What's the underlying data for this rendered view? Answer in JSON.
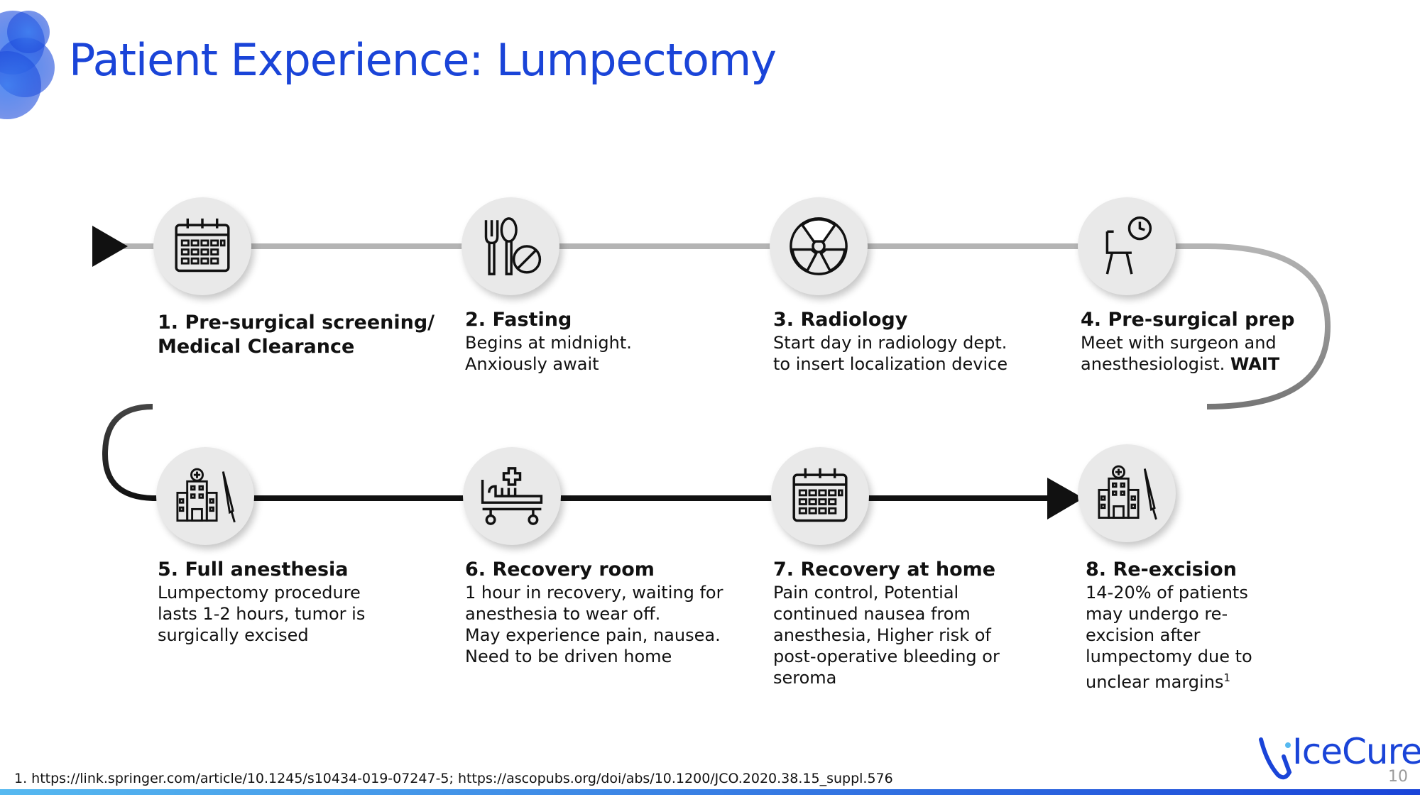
{
  "title": "Patient Experience: Lumpectomy",
  "colors": {
    "title": "#1a44d8",
    "track_light": "#b4b4b4",
    "track_dark": "#111111",
    "circle": "#e9e9e9"
  },
  "steps": [
    {
      "icon": "calendar-icon",
      "heading": [
        "1. Pre-surgical screening/",
        "Medical Clearance"
      ],
      "lines": []
    },
    {
      "icon": "fasting-utensils-icon",
      "heading": [
        "2. Fasting"
      ],
      "lines": [
        "Begins at midnight.",
        "Anxiously await"
      ]
    },
    {
      "icon": "radiation-icon",
      "heading": [
        "3. Radiology"
      ],
      "lines": [
        "Start day in radiology dept.",
        "to insert localization device"
      ]
    },
    {
      "icon": "waiting-chair-clock-icon",
      "heading": [
        "4. Pre-surgical prep"
      ],
      "lines": [
        "Meet with surgeon and"
      ],
      "line_lead": "anesthesiologist.",
      "line_bold": "WAIT"
    },
    {
      "icon": "hospital-scalpel-icon",
      "heading": [
        "5. Full anesthesia"
      ],
      "lines": [
        "Lumpectomy procedure",
        "lasts 1-2 hours, tumor is",
        "surgically excised"
      ]
    },
    {
      "icon": "hospital-bed-icon",
      "heading": [
        "6. Recovery room"
      ],
      "lines": [
        "1 hour in recovery, waiting for",
        "anesthesia to wear off.",
        "May experience pain, nausea.",
        "Need to be driven home"
      ]
    },
    {
      "icon": "calendar-icon",
      "heading": [
        "7. Recovery at home"
      ],
      "lines": [
        "Pain control, Potential",
        "continued nausea from",
        "anesthesia, Higher risk of",
        "post-operative bleeding or",
        "seroma"
      ]
    },
    {
      "icon": "hospital-scalpel-icon",
      "heading": [
        "8. Re-excision"
      ],
      "lines": [
        "14-20% of patients",
        "may undergo re-",
        "excision after",
        "lumpectomy due to"
      ],
      "last_line": "unclear margins",
      "sup": "1"
    }
  ],
  "footnote": "1. https://link.springer.com/article/10.1245/s10434-019-07247-5; https://ascopubs.org/doi/abs/10.1200/JCO.2020.38.15_suppl.576",
  "brand": {
    "name": "IceCure"
  },
  "page_number": "10"
}
